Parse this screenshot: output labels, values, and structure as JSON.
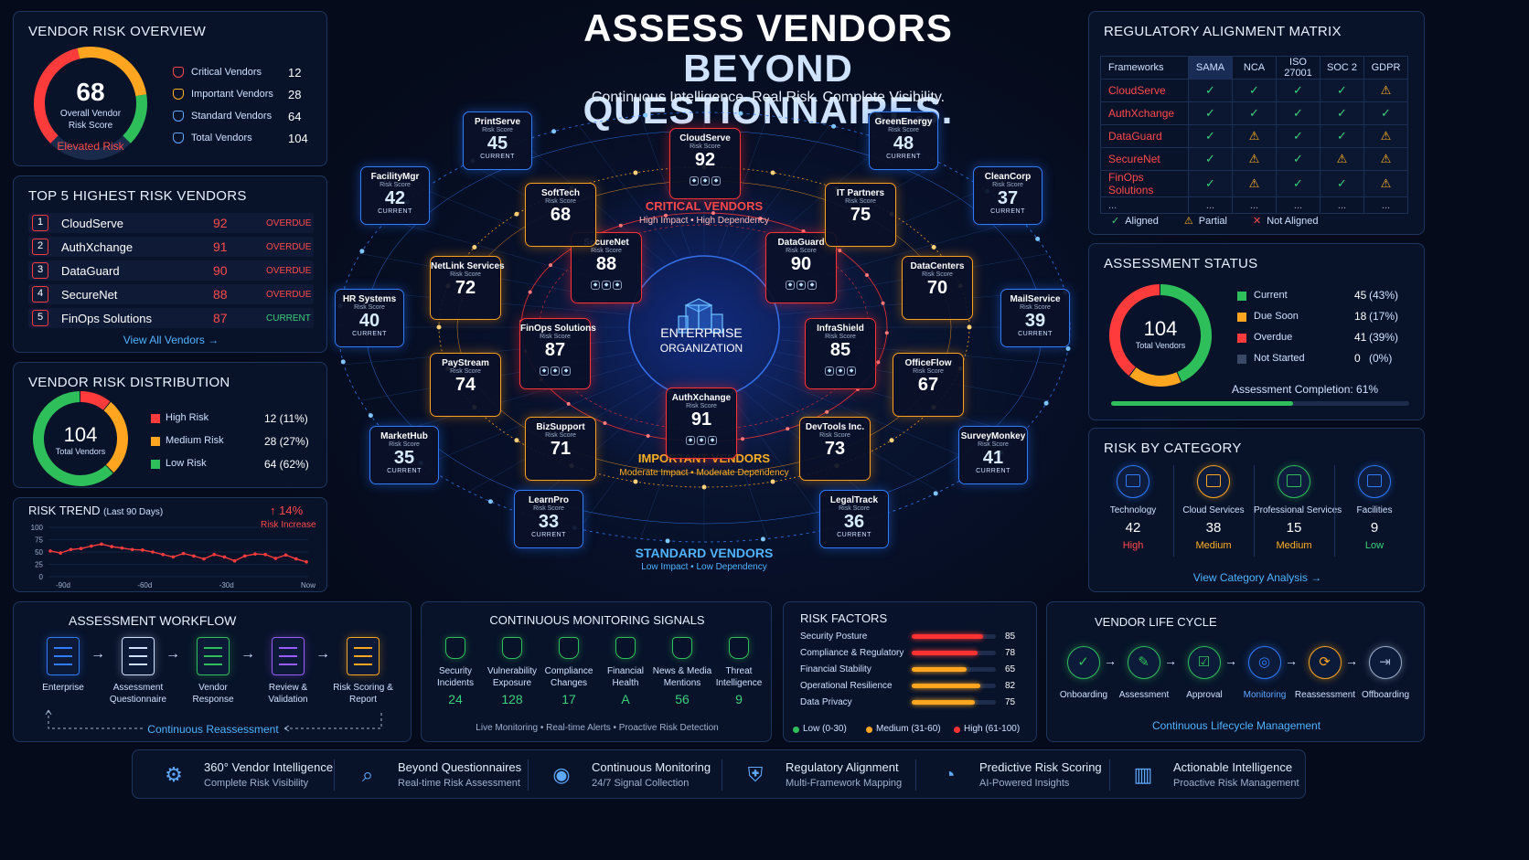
{
  "hero": {
    "line1": "ASSESS VENDORS",
    "line2": "BEYOND QUESTIONNAIRES.",
    "subtitle": "Continuous Intelligence. Real Risk. Complete Visibility."
  },
  "overview": {
    "title": "VENDOR RISK OVERVIEW",
    "score": "68",
    "score_label1": "Overall Vendor",
    "score_label2": "Risk Score",
    "status": "Elevated Risk",
    "score_value": 68,
    "rows": [
      {
        "label": "Critical Vendors",
        "value": "12",
        "icon": "shield-icon",
        "color": "#ff4a4a"
      },
      {
        "label": "Important Vendors",
        "value": "28",
        "icon": "shield-icon",
        "color": "#ffb020"
      },
      {
        "label": "Standard Vendors",
        "value": "64",
        "icon": "shield-icon",
        "color": "#5ea8ff"
      },
      {
        "label": "Total Vendors",
        "value": "104",
        "icon": "users-icon",
        "color": "#5ea8ff"
      }
    ]
  },
  "top5": {
    "title": "TOP 5 HIGHEST RISK VENDORS",
    "rows": [
      {
        "rank": "1",
        "name": "CloudServe",
        "score": "92",
        "status": "OVERDUE"
      },
      {
        "rank": "2",
        "name": "AuthXchange",
        "score": "91",
        "status": "OVERDUE"
      },
      {
        "rank": "3",
        "name": "DataGuard",
        "score": "90",
        "status": "OVERDUE"
      },
      {
        "rank": "4",
        "name": "SecureNet",
        "score": "88",
        "status": "OVERDUE"
      },
      {
        "rank": "5",
        "name": "FinOps Solutions",
        "score": "87",
        "status": "CURRENT"
      }
    ],
    "link": "View All Vendors →"
  },
  "distribution": {
    "title": "VENDOR RISK DISTRIBUTION",
    "total": "104",
    "total_label": "Total Vendors",
    "rows": [
      {
        "label": "High Risk",
        "value": "12 (11%)",
        "color": "#ff3b3b",
        "share": 11
      },
      {
        "label": "Medium Risk",
        "value": "28 (27%)",
        "color": "#ffa51f",
        "share": 27
      },
      {
        "label": "Low Risk",
        "value": "64 (62%)",
        "color": "#2fbf5a",
        "share": 62
      }
    ]
  },
  "trend": {
    "title": "RISK TREND",
    "subtitle": "(Last 90 Days)",
    "change": "↑ 14%",
    "change_label": "Risk Increase",
    "chart_data": {
      "type": "line",
      "yticks": [
        "100",
        "75",
        "50",
        "25",
        "0"
      ],
      "xticks": [
        "-90d",
        "-60d",
        "-30d",
        "Now"
      ],
      "ylim": [
        0,
        100
      ],
      "values": [
        52,
        48,
        55,
        57,
        62,
        66,
        61,
        58,
        55,
        54,
        50,
        45,
        40,
        47,
        42,
        36,
        45,
        40,
        32,
        42,
        46,
        45,
        37,
        44,
        36,
        30
      ]
    }
  },
  "hub": {
    "center1": "ENTERPRISE",
    "center2": "ORGANIZATION",
    "critical_title": "CRITICAL VENDORS",
    "critical_sub": "High Impact • High Dependency",
    "important_title": "IMPORTANT VENDORS",
    "important_sub": "Moderate Impact • Moderate Dependency",
    "standard_title": "STANDARD VENDORS",
    "standard_sub": "Low Impact • Low Dependency",
    "risk_score_label": "Risk Score",
    "current_label": "CURRENT",
    "critical": [
      {
        "name": "CloudServe",
        "score": "92"
      },
      {
        "name": "SecureNet",
        "score": "88"
      },
      {
        "name": "DataGuard",
        "score": "90"
      },
      {
        "name": "FinOps Solutions",
        "score": "87"
      },
      {
        "name": "InfraShield",
        "score": "85"
      },
      {
        "name": "AuthXchange",
        "score": "91"
      }
    ],
    "important": [
      {
        "name": "SoftTech",
        "score": "68"
      },
      {
        "name": "IT Partners",
        "score": "75"
      },
      {
        "name": "NetLink Services",
        "score": "72"
      },
      {
        "name": "DataCenters",
        "score": "70"
      },
      {
        "name": "PayStream",
        "score": "74"
      },
      {
        "name": "OfficeFlow",
        "score": "67"
      },
      {
        "name": "BizSupport",
        "score": "71"
      },
      {
        "name": "DevTools Inc.",
        "score": "73"
      }
    ],
    "standard": [
      {
        "name": "PrintServe",
        "score": "45"
      },
      {
        "name": "GreenEnergy",
        "score": "48"
      },
      {
        "name": "FacilityMgr",
        "score": "42"
      },
      {
        "name": "CleanCorp",
        "score": "37"
      },
      {
        "name": "HR Systems",
        "score": "40"
      },
      {
        "name": "MailService",
        "score": "39"
      },
      {
        "name": "MarketHub",
        "score": "35"
      },
      {
        "name": "SurveyMonkey",
        "score": "41"
      },
      {
        "name": "LearnPro",
        "score": "33"
      },
      {
        "name": "LegalTrack",
        "score": "36"
      }
    ]
  },
  "matrix": {
    "title": "REGULATORY ALIGNMENT MATRIX",
    "headers": [
      "Frameworks",
      "SAMA",
      "NCA",
      "ISO 27001",
      "SOC 2",
      "GDPR"
    ],
    "rows": [
      {
        "name": "CloudServe",
        "cells": [
          "ok",
          "ok",
          "ok",
          "ok",
          "partial"
        ]
      },
      {
        "name": "AuthXchange",
        "cells": [
          "ok",
          "ok",
          "ok",
          "ok",
          "ok"
        ]
      },
      {
        "name": "DataGuard",
        "cells": [
          "ok",
          "partial",
          "ok",
          "ok",
          "partial"
        ]
      },
      {
        "name": "SecureNet",
        "cells": [
          "ok",
          "partial",
          "ok",
          "partial",
          "partial"
        ]
      },
      {
        "name": "FinOps Solutions",
        "cells": [
          "ok",
          "partial",
          "ok",
          "ok",
          "partial"
        ]
      }
    ],
    "ellipsis": "...",
    "legend": [
      {
        "label": "Aligned",
        "glyph": "✓",
        "color": "#3ad07a"
      },
      {
        "label": "Partial",
        "glyph": "⚠",
        "color": "#ffb020"
      },
      {
        "label": "Not Aligned",
        "glyph": "✕",
        "color": "#ff4a4a"
      }
    ]
  },
  "assessment": {
    "title": "ASSESSMENT STATUS",
    "total": "104",
    "total_label": "Total Vendors",
    "rows": [
      {
        "label": "Current",
        "value": "45",
        "pct": "(43%)",
        "color": "#2fbf5a",
        "share": 43
      },
      {
        "label": "Due Soon",
        "value": "18",
        "pct": "(17%)",
        "color": "#ffa51f",
        "share": 17
      },
      {
        "label": "Overdue",
        "value": "41",
        "pct": "(39%)",
        "color": "#ff3b3b",
        "share": 39
      },
      {
        "label": "Not Started",
        "value": "0",
        "pct": "(0%)",
        "color": "#3a4a66",
        "share": 0
      }
    ],
    "completion_label": "Assessment Completion: 61%",
    "completion": 61
  },
  "category": {
    "title": "RISK BY CATEGORY",
    "items": [
      {
        "label": "Technology",
        "value": "42",
        "level": "High",
        "icon": "chip-icon",
        "color": "#2f7cff",
        "level_color": "#ff4a4a"
      },
      {
        "label": "Cloud Services",
        "value": "38",
        "level": "Medium",
        "icon": "cloud-icon",
        "color": "#ffa51f",
        "level_color": "#ffb020"
      },
      {
        "label": "Professional Services",
        "value": "15",
        "level": "Medium",
        "icon": "people-icon",
        "color": "#2fbf5a",
        "level_color": "#ffb020"
      },
      {
        "label": "Facilities",
        "value": "9",
        "level": "Low",
        "icon": "building-icon",
        "color": "#2f7cff",
        "level_color": "#3ad07a"
      }
    ],
    "link": "View Category Analysis →"
  },
  "workflow": {
    "title": "ASSESSMENT WORKFLOW",
    "steps": [
      {
        "label1": "Enterprise",
        "label2": "",
        "icon": "building-icon",
        "color": "#2f7cff"
      },
      {
        "label1": "Assessment",
        "label2": "Questionnaire",
        "icon": "document-icon",
        "color": "#cfe0ff"
      },
      {
        "label1": "Vendor",
        "label2": "Response",
        "icon": "form-icon",
        "color": "#2fbf5a"
      },
      {
        "label1": "Review &",
        "label2": "Validation",
        "icon": "checklist-icon",
        "color": "#9b5cff"
      },
      {
        "label1": "Risk Scoring &",
        "label2": "Report",
        "icon": "report-icon",
        "color": "#ffa51f"
      }
    ],
    "loop": "Continuous Reassessment"
  },
  "signals": {
    "title": "CONTINUOUS MONITORING SIGNALS",
    "items": [
      {
        "label1": "Security",
        "label2": "Incidents",
        "value": "24",
        "icon": "shield-icon"
      },
      {
        "label1": "Vulnerability",
        "label2": "Exposure",
        "value": "128",
        "icon": "bug-icon"
      },
      {
        "label1": "Compliance",
        "label2": "Changes",
        "value": "17",
        "icon": "gear-icon"
      },
      {
        "label1": "Financial",
        "label2": "Health",
        "value": "A",
        "icon": "finance-icon"
      },
      {
        "label1": "News & Media",
        "label2": "Mentions",
        "value": "56",
        "icon": "news-icon"
      },
      {
        "label1": "Threat",
        "label2": "Intelligence",
        "value": "9",
        "icon": "threat-icon"
      }
    ],
    "footer": "Live Monitoring  •  Real-time Alerts  •  Proactive Risk Detection"
  },
  "factors": {
    "title": "RISK FACTORS",
    "rows": [
      {
        "label": "Security Posture",
        "value": "85",
        "color": "#ff3232",
        "fill": 85
      },
      {
        "label": "Compliance & Regulatory",
        "value": "78",
        "color": "#ff3232",
        "fill": 78
      },
      {
        "label": "Financial Stability",
        "value": "65",
        "color": "#ffa51f",
        "fill": 65
      },
      {
        "label": "Operational Resilience",
        "value": "82",
        "color": "#ffa51f",
        "fill": 82
      },
      {
        "label": "Data Privacy",
        "value": "75",
        "color": "#ffa51f",
        "fill": 75
      }
    ],
    "legend": [
      {
        "label": "Low (0-30)",
        "color": "#2fbf5a"
      },
      {
        "label": "Medium (31-60)",
        "color": "#ffa51f"
      },
      {
        "label": "High (61-100)",
        "color": "#ff3232"
      }
    ]
  },
  "lifecycle": {
    "title": "VENDOR LIFE CYCLE",
    "steps": [
      {
        "label": "Onboarding",
        "icon": "check-icon",
        "color": "#2fbf5a"
      },
      {
        "label": "Assessment",
        "icon": "edit-icon",
        "color": "#2fbf5a"
      },
      {
        "label": "Approval",
        "icon": "approve-icon",
        "color": "#2fbf5a"
      },
      {
        "label": "Monitoring",
        "icon": "monitor-icon",
        "color": "#2f7cff"
      },
      {
        "label": "Reassessment",
        "icon": "refresh-icon",
        "color": "#ffa51f"
      },
      {
        "label": "Offboarding",
        "icon": "exit-icon",
        "color": "#9fb0cc"
      }
    ],
    "footer": "Continuous Lifecycle Management"
  },
  "footer": {
    "items": [
      {
        "title": "360° Vendor Intelligence",
        "sub": "Complete Risk Visibility",
        "icon": "gear-icon"
      },
      {
        "title": "Beyond Questionnaires",
        "sub": "Real-time Risk Assessment",
        "icon": "search-icon"
      },
      {
        "title": "Continuous Monitoring",
        "sub": "24/7 Signal Collection",
        "icon": "eye-icon"
      },
      {
        "title": "Regulatory Alignment",
        "sub": "Multi-Framework Mapping",
        "icon": "shield-check-icon"
      },
      {
        "title": "Predictive Risk Scoring",
        "sub": "AI-Powered Insights",
        "icon": "gauge-icon"
      },
      {
        "title": "Actionable Intelligence",
        "sub": "Proactive Risk Management",
        "icon": "chart-icon"
      }
    ]
  }
}
